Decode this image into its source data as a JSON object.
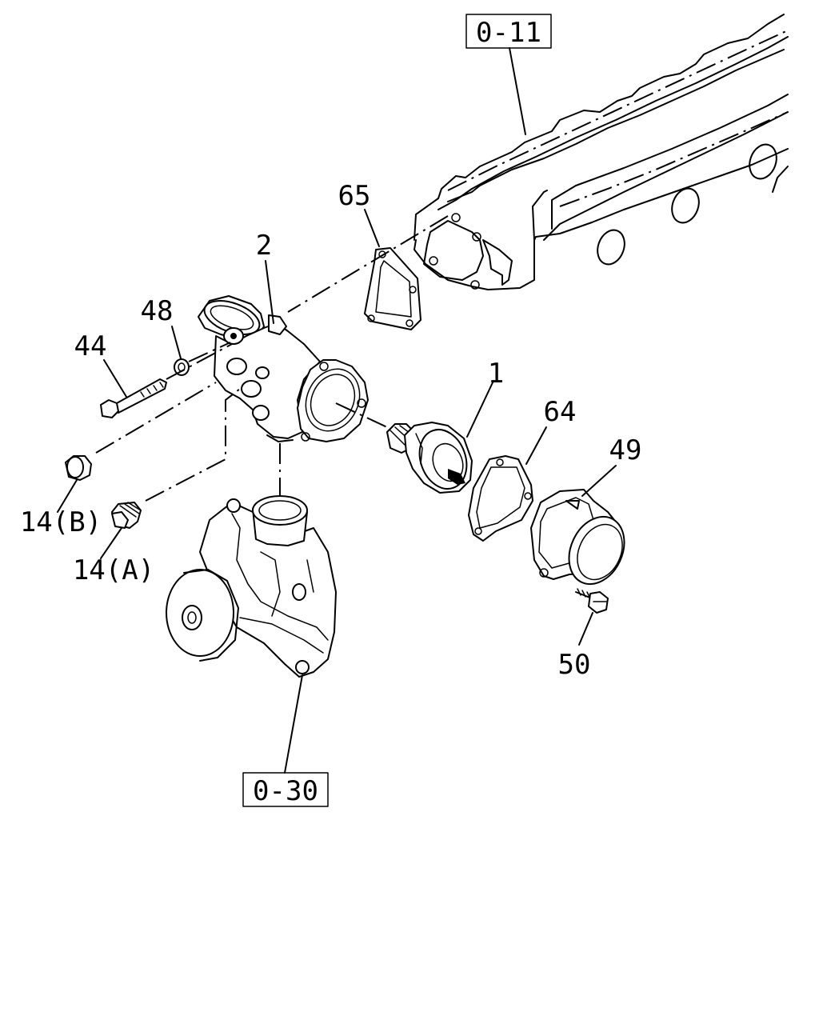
{
  "references": {
    "top": "0-11",
    "bottom": "0-30"
  },
  "callouts": [
    {
      "id": "part-65",
      "label": "65"
    },
    {
      "id": "part-2",
      "label": "2"
    },
    {
      "id": "part-48",
      "label": "48"
    },
    {
      "id": "part-44",
      "label": "44"
    },
    {
      "id": "part-1",
      "label": "1"
    },
    {
      "id": "part-64",
      "label": "64"
    },
    {
      "id": "part-49",
      "label": "49"
    },
    {
      "id": "part-14b",
      "label": "14(B)"
    },
    {
      "id": "part-14a",
      "label": "14(A)"
    },
    {
      "id": "part-50",
      "label": "50"
    }
  ]
}
